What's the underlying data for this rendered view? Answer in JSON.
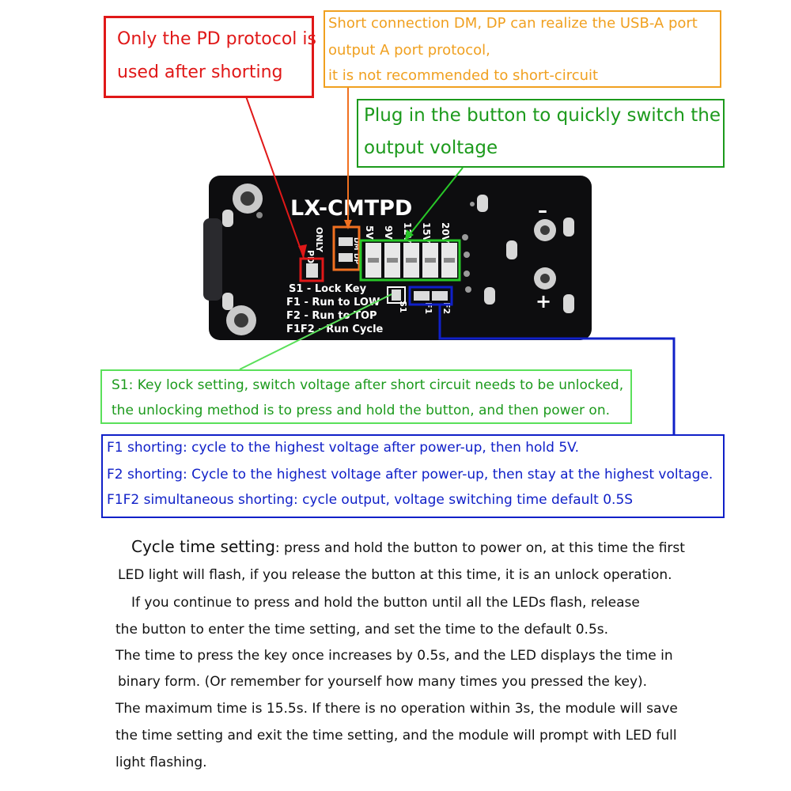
{
  "callouts": {
    "pd_only": [
      "Only the PD protocol is",
      "used after shorting"
    ],
    "dm_dp": [
      "Short connection DM, DP can realize the USB-A port",
      "output A port protocol,",
      "it is not recommended to short-circuit"
    ],
    "button": [
      "Plug in the button to quickly switch the",
      "output voltage"
    ],
    "s1": [
      "S1: Key lock setting, switch voltage after short circuit needs to be unlocked,",
      "the unlocking method is to press and hold the button, and then power on."
    ],
    "f_pads": [
      "F1 shorting: cycle to the highest voltage after power-up, then hold 5V.",
      "F2 shorting: Cycle to the highest voltage after power-up, then stay at the highest voltage.",
      "F1F2 simultaneous shorting: cycle output, voltage switching time default 0.5S"
    ]
  },
  "board": {
    "model": "LX-CMTPD",
    "pd_label": [
      "PD",
      "ONLY"
    ],
    "voltages": [
      "5V",
      "9V",
      "12V",
      "15V",
      "20V"
    ],
    "pad_labels": [
      "S1",
      "F1",
      "F2"
    ],
    "dm_dp": [
      "DM",
      "DP"
    ],
    "legend": [
      "S1 - Lock Key",
      "F1 - Run to LOW",
      "F2 - Run to TOP",
      "F1F2 - Run Cycle"
    ],
    "minus": "–",
    "plus": "+"
  },
  "body": {
    "heading": "Cycle time setting",
    "first_rest": ": press and hold the button to power on, at this time the first",
    "lines": [
      "LED light will flash, if you release the button at this time, it is an unlock operation.",
      "If you continue to press and hold the button until all the LEDs flash, release",
      "the button to enter the time setting, and set the time to the default 0.5s.",
      "The time to press the key once increases by 0.5s, and the LED displays the time in",
      "binary form. (Or remember for yourself how many times you pressed the key).",
      "The maximum time is 15.5s. If there is no operation within 3s, the module will save",
      "the time setting and exit the time setting, and the module will prompt with LED full",
      "light flashing."
    ]
  },
  "colors": {
    "red": "#e01818",
    "orange": "#f0a020",
    "green": "#1c9a1c",
    "light_green": "#5ae05a",
    "blue": "#1020c8",
    "board": "#0d0d0f"
  }
}
